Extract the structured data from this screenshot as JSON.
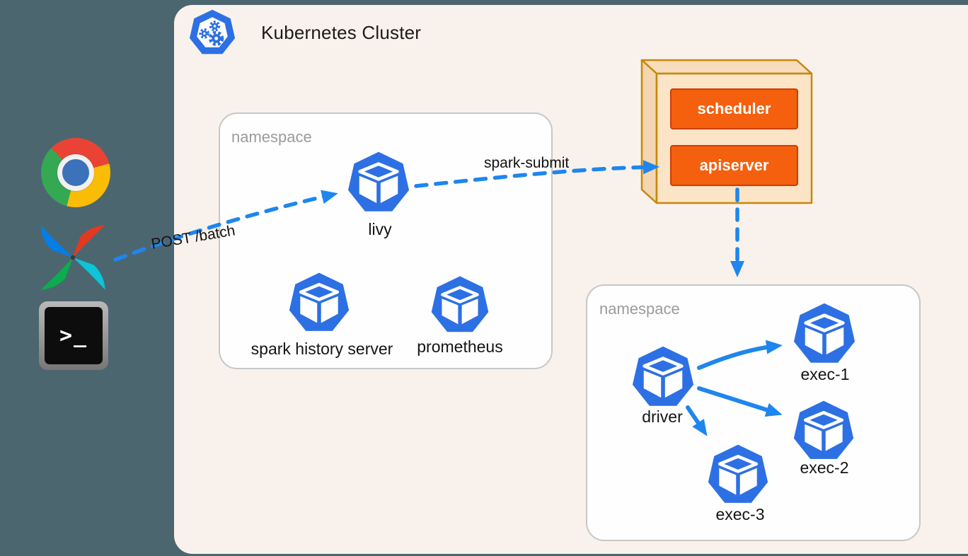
{
  "diagram": {
    "title": "Kubernetes Cluster",
    "sources": [
      {
        "name": "chrome-browser"
      },
      {
        "name": "apache-airflow"
      },
      {
        "name": "terminal"
      }
    ],
    "namespaces": [
      {
        "label": "namespace",
        "pods": [
          {
            "label": "livy"
          },
          {
            "label": "spark history server"
          },
          {
            "label": "prometheus"
          }
        ]
      },
      {
        "label": "namespace",
        "pods": [
          {
            "label": "driver"
          },
          {
            "label": "exec-1"
          },
          {
            "label": "exec-2"
          },
          {
            "label": "exec-3"
          }
        ]
      }
    ],
    "control_plane": {
      "components": [
        {
          "label": "scheduler"
        },
        {
          "label": "apiserver"
        }
      ]
    },
    "edges": [
      {
        "label": "POST /batch",
        "from": "sources",
        "to": "livy",
        "style": "dashed"
      },
      {
        "label": "spark-submit",
        "from": "livy",
        "to": "apiserver",
        "style": "dashed"
      },
      {
        "label": "",
        "from": "apiserver",
        "to": "namespace-2",
        "style": "dashed"
      },
      {
        "label": "",
        "from": "driver",
        "to": "exec-1",
        "style": "solid"
      },
      {
        "label": "",
        "from": "driver",
        "to": "exec-2",
        "style": "solid"
      },
      {
        "label": "",
        "from": "driver",
        "to": "exec-3",
        "style": "solid"
      }
    ],
    "colors": {
      "background_left": "#4c6670",
      "cluster_background": "#f9f2ec",
      "pod_blue": "#2d70e3",
      "arrow_blue": "#1e86ee",
      "namespace_border": "#c7c7c7",
      "namespace_label": "#9b9b9b",
      "control_plane_fill": "#fce4c6",
      "control_plane_border": "#c8870b",
      "component_orange": "#f4600e",
      "component_border": "#cf3d02"
    }
  }
}
